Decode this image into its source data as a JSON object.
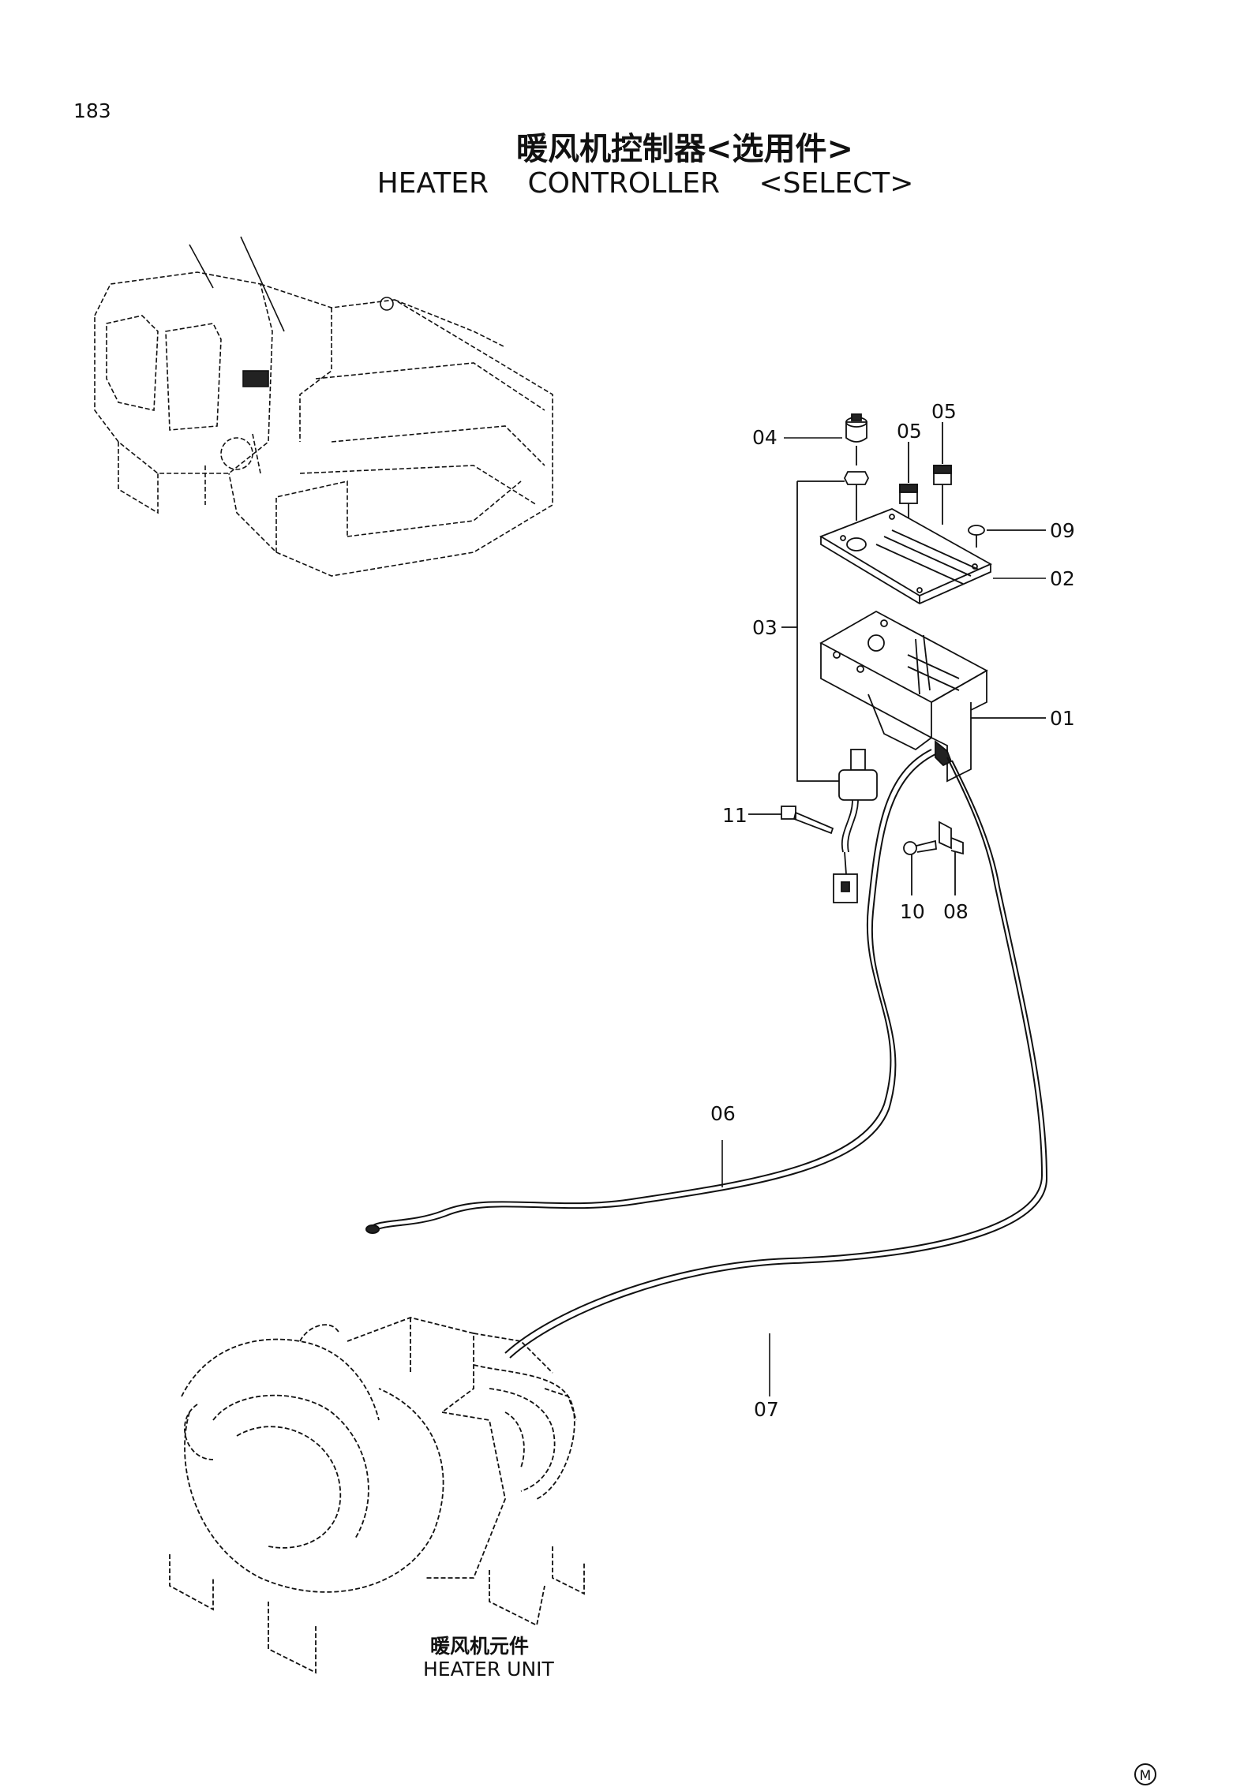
{
  "page_number": "183",
  "title": {
    "chinese": "暖风机控制器<选用件>",
    "english": "HEATER CONTROLLER <SELECT>"
  },
  "heater_unit": {
    "chinese": "暖风机元件",
    "english": "HEATER UNIT"
  },
  "part_labels": {
    "p01": "01",
    "p02": "02",
    "p03": "03",
    "p04": "04",
    "p05a": "05",
    "p05b": "05",
    "p06": "06",
    "p07": "07",
    "p08": "08",
    "p09": "09",
    "p10": "10",
    "p11": "11"
  },
  "manufacturer_mark": "M"
}
